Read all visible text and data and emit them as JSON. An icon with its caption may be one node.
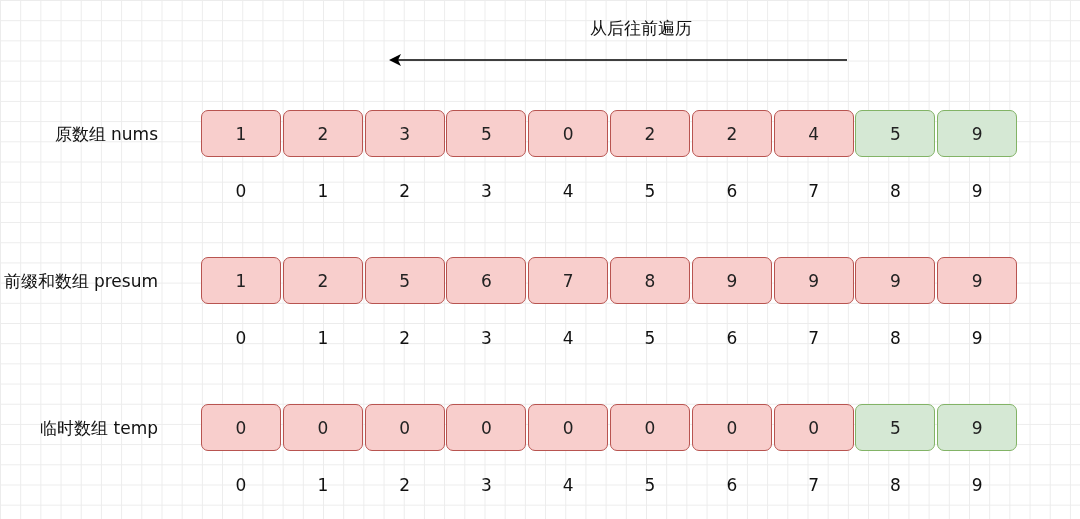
{
  "diagram": {
    "nodes": [
      {
        "text": [
          "1"
        ]
      },
      {
        "text": [
          "2"
        ]
      },
      {
        "text": [
          "3"
        ]
      },
      {
        "text": [
          "5"
        ]
      },
      {
        "text": [
          "0"
        ]
      },
      {
        "text": [
          "2"
        ]
      },
      {
        "text": [
          "2"
        ]
      },
      {
        "text": [
          "4"
        ]
      },
      {
        "text": [
          "5"
        ]
      },
      {
        "text": [
          "9"
        ]
      },
      {
        "text": [
          "1"
        ]
      },
      {
        "text": [
          "2"
        ]
      },
      {
        "text": [
          "5"
        ]
      },
      {
        "text": [
          "6"
        ]
      },
      {
        "text": [
          "7"
        ]
      },
      {
        "text": [
          "8"
        ]
      },
      {
        "text": [
          "9"
        ]
      },
      {
        "text": [
          "9"
        ]
      },
      {
        "text": [
          "9"
        ]
      },
      {
        "text": [
          "9"
        ]
      },
      {
        "text": [
          "0"
        ]
      },
      {
        "text": [
          "0"
        ]
      },
      {
        "text": [
          "0"
        ]
      },
      {
        "text": [
          "0"
        ]
      },
      {
        "text": [
          "0"
        ]
      },
      {
        "text": [
          "0"
        ]
      },
      {
        "text": [
          "0"
        ]
      },
      {
        "text": [
          "0"
        ]
      },
      {
        "text": [
          "5"
        ]
      },
      {
        "text": [
          "9"
        ]
      }
    ],
    "edges": [],
    "labels": [
      "从后往前遍历",
      "原数组 nums",
      "0",
      "1",
      "2",
      "3",
      "4",
      "5",
      "6",
      "7",
      "8",
      "9",
      "前缀和数组 presum",
      "0",
      "1",
      "2",
      "3",
      "4",
      "5",
      "6",
      "7",
      "8",
      "9",
      "临时数组 temp",
      "0",
      "1",
      "2",
      "3",
      "4",
      "5",
      "6",
      "7",
      "8",
      "9"
    ]
  }
}
